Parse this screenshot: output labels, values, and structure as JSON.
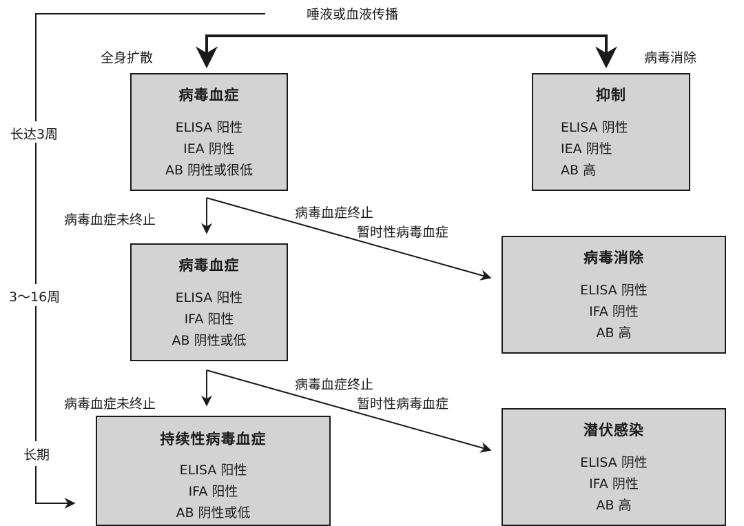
{
  "labels": {
    "top_route": "唾液或血液传播",
    "systemic_spread": "全身扩散",
    "virus_cleared_top": "病毒消除",
    "duration_3w": "长达3周",
    "duration_3_16w": "3～16周",
    "duration_long": "长期",
    "not_terminated_1": "病毒血症未终止",
    "terminated_1": "病毒血症终止",
    "transient_1": "暂时性病毒血症",
    "not_terminated_2": "病毒血症未终止",
    "terminated_2": "病毒血症终止",
    "transient_2": "暂时性病毒血症"
  },
  "boxes": {
    "viremia_1": {
      "title": "病毒血症",
      "lines": [
        "ELISA 阳性",
        "IEA 阴性",
        "AB 阴性或很低"
      ]
    },
    "suppression": {
      "title": "抑制",
      "lines": [
        "ELISA 阴性",
        "IEA 阴性",
        "AB 高"
      ]
    },
    "viremia_2": {
      "title": "病毒血症",
      "lines": [
        "ELISA 阳性",
        "IFA 阳性",
        "AB 阴性或低"
      ]
    },
    "cleared": {
      "title": "病毒消除",
      "lines": [
        "ELISA 阴性",
        "IFA 阴性",
        "AB 高"
      ]
    },
    "persistent": {
      "title": "持续性病毒血症",
      "lines": [
        "ELISA 阳性",
        "IFA 阳性",
        "AB 阴性或低"
      ]
    },
    "latent": {
      "title": "潜伏感染",
      "lines": [
        "ELISA 阴性",
        "IFA 阴性",
        "AB 高"
      ]
    }
  }
}
